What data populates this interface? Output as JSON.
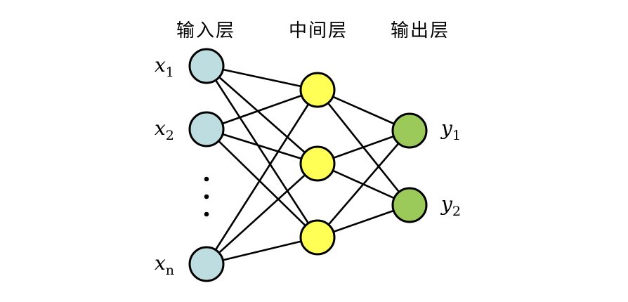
{
  "layers": {
    "input": {
      "title": "输入层",
      "color": "#bddde0",
      "nodes": [
        {
          "var": "x",
          "sub": "1"
        },
        {
          "var": "x",
          "sub": "2"
        },
        {
          "var": "x",
          "sub": "n"
        }
      ],
      "ellipsis": "⋮"
    },
    "hidden": {
      "title": "中间层",
      "color": "#ffff55",
      "node_count": 3
    },
    "output": {
      "title": "输出层",
      "color": "#9bc95a",
      "nodes": [
        {
          "var": "y",
          "sub": "1"
        },
        {
          "var": "y",
          "sub": "2"
        }
      ]
    }
  },
  "connectivity": "fully-connected"
}
